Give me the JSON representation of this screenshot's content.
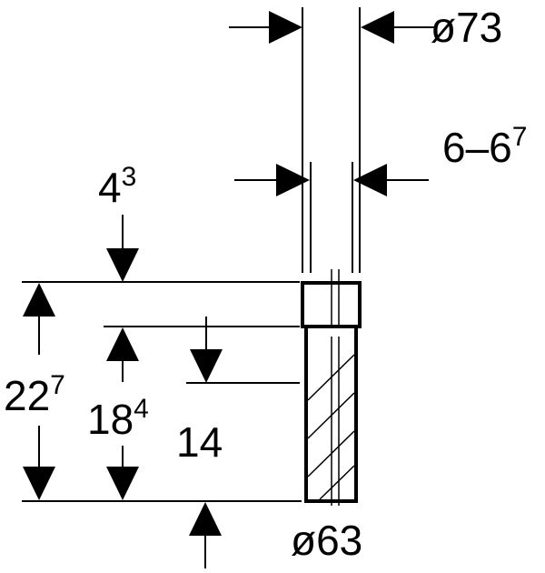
{
  "dimensions": {
    "outer_diameter": "ø73",
    "wall_gap": {
      "base": "6–6",
      "sup": "7"
    },
    "socket_depth": {
      "base": "4",
      "sup": "3"
    },
    "total_height": {
      "base": "22",
      "sup": "7"
    },
    "insertion_height": {
      "base": "18",
      "sup": "4"
    },
    "inner_height": "14",
    "pipe_diameter": "ø63"
  }
}
